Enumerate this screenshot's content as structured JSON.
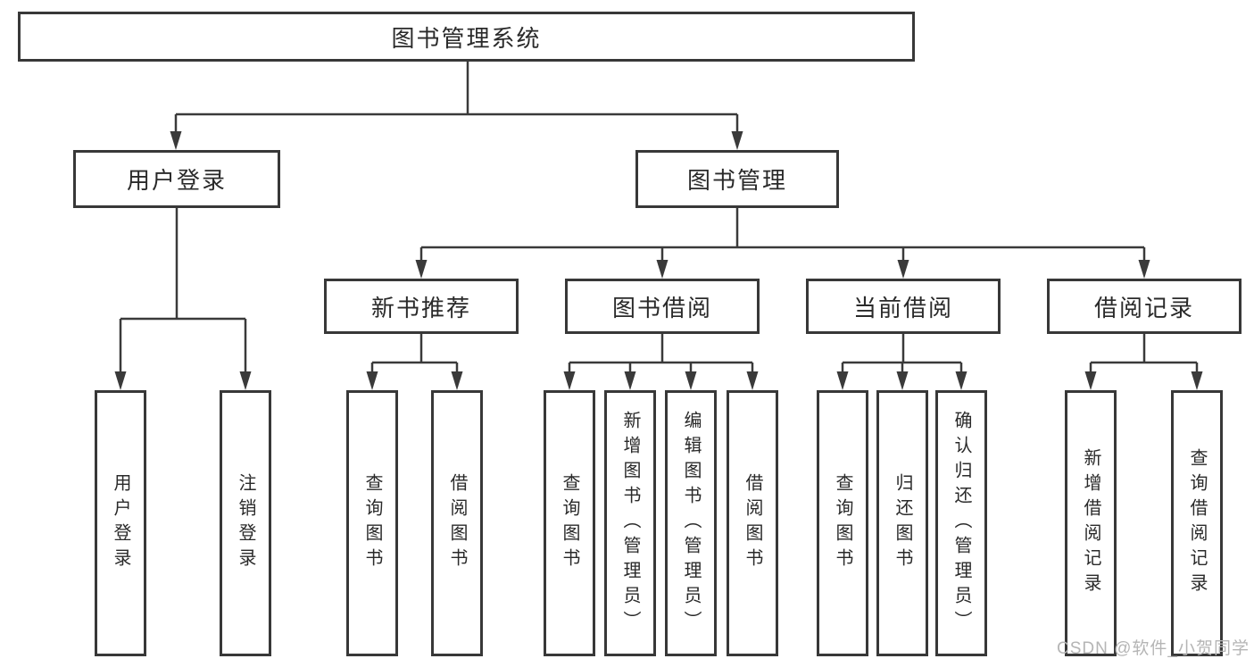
{
  "diagram": {
    "root": {
      "label": "图书管理系统"
    },
    "branches": [
      {
        "label": "用户登录",
        "children": [
          {
            "label": "用户登录"
          },
          {
            "label": "注销登录"
          }
        ]
      },
      {
        "label": "图书管理",
        "children": [
          {
            "label": "新书推荐",
            "children": [
              {
                "label": "查询图书"
              },
              {
                "label": "借阅图书"
              }
            ]
          },
          {
            "label": "图书借阅",
            "children": [
              {
                "label": "查询图书"
              },
              {
                "label": "新增图书（管理员）"
              },
              {
                "label": "编辑图书（管理员）"
              },
              {
                "label": "借阅图书"
              }
            ]
          },
          {
            "label": "当前借阅",
            "children": [
              {
                "label": "查询图书"
              },
              {
                "label": "归还图书"
              },
              {
                "label": "确认归还（管理员）"
              }
            ]
          },
          {
            "label": "借阅记录",
            "children": [
              {
                "label": "新增借阅记录"
              },
              {
                "label": "查询借阅记录"
              }
            ]
          }
        ]
      }
    ]
  },
  "watermark": {
    "text": "CSDN @软件_小贺同学"
  },
  "colors": {
    "line": "#3a3a3a",
    "box_border": "#383838",
    "text": "#2a2a2a",
    "watermark": "#b5b5b5",
    "background": "#ffffff"
  }
}
